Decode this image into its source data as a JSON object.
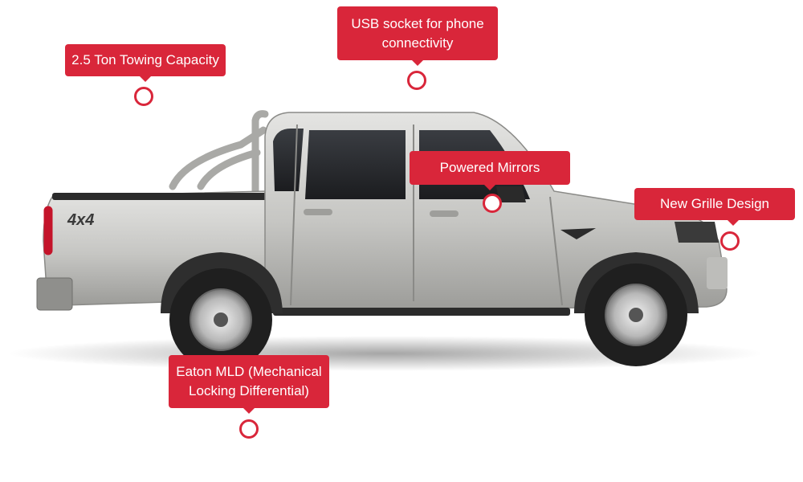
{
  "colors": {
    "accent": "#d9263a",
    "truck_body": "#c9c9c6",
    "tire": "#1f1f1f"
  },
  "callouts": [
    {
      "id": "towing",
      "label": "2.5 Ton Towing Capacity",
      "lines": [
        "2.5 Ton Towing Capacity"
      ]
    },
    {
      "id": "usb",
      "label": "USB socket for phone connectivity",
      "lines": [
        "USB socket for phone",
        "connectivity"
      ]
    },
    {
      "id": "mirrors",
      "label": "Powered Mirrors",
      "lines": [
        "Powered Mirrors"
      ]
    },
    {
      "id": "grille",
      "label": "New Grille Design",
      "lines": [
        "New Grille Design"
      ]
    },
    {
      "id": "mld",
      "label": "Eaton MLD (Mechanical Locking Differential)",
      "lines": [
        "Eaton MLD (Mechanical",
        "Locking Differential)"
      ]
    }
  ],
  "vehicle": {
    "badge": "4x4"
  }
}
